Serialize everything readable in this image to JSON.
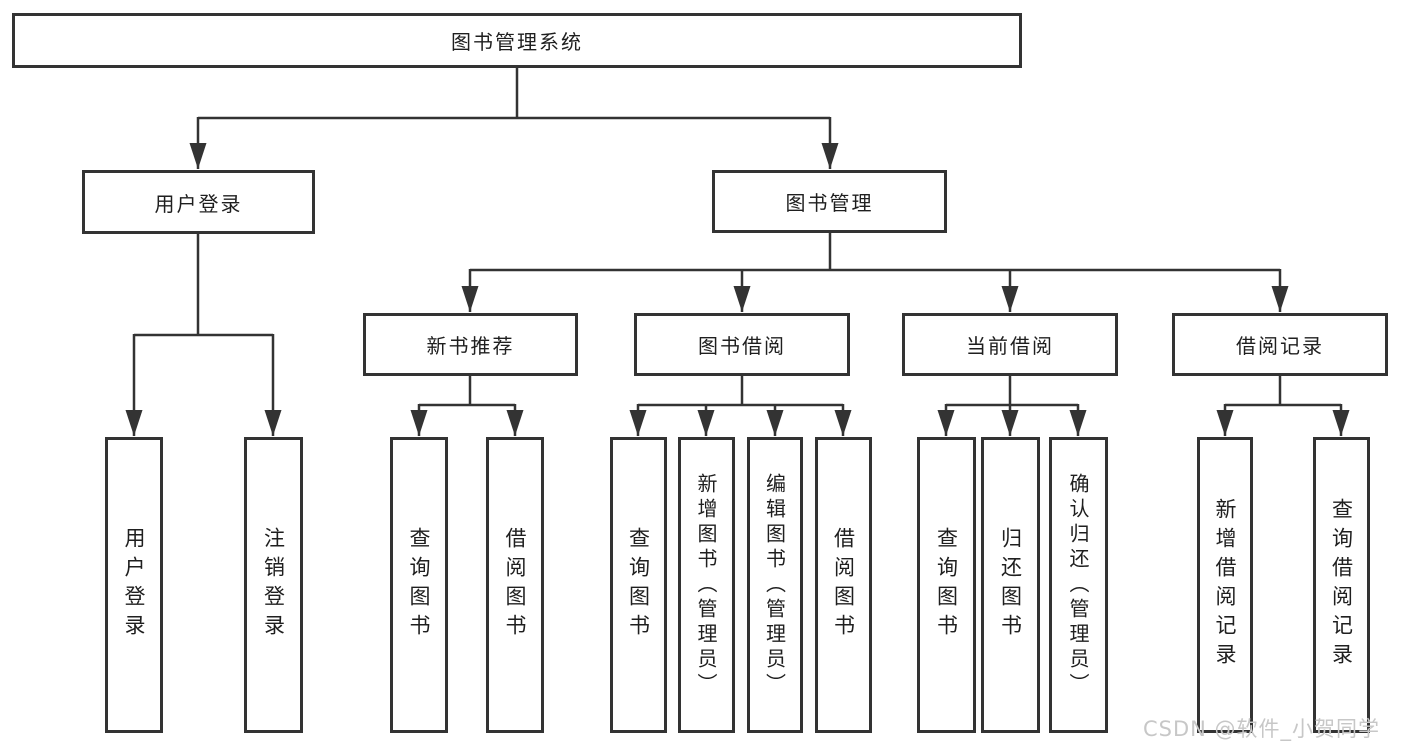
{
  "diagram": {
    "title": "图书管理系统",
    "branches": [
      {
        "label": "用户登录",
        "leaves": [
          "用户登录",
          "注销登录"
        ]
      },
      {
        "label": "图书管理",
        "children": [
          {
            "label": "新书推荐",
            "leaves": [
              "查询图书",
              "借阅图书"
            ]
          },
          {
            "label": "图书借阅",
            "leaves": [
              "查询图书",
              "新增图书（管理员）",
              "编辑图书（管理员）",
              "借阅图书"
            ]
          },
          {
            "label": "当前借阅",
            "leaves": [
              "查询图书",
              "归还图书",
              "确认归还（管理员）"
            ]
          },
          {
            "label": "借阅记录",
            "leaves": [
              "新增借阅记录",
              "查询借阅记录"
            ]
          }
        ]
      }
    ]
  },
  "watermark": {
    "text": "CSDN @软件_小贺同学"
  },
  "colors": {
    "line": "#333333",
    "text": "#1f1f1f",
    "background": "#ffffff",
    "watermark": "#c7c7c7"
  }
}
